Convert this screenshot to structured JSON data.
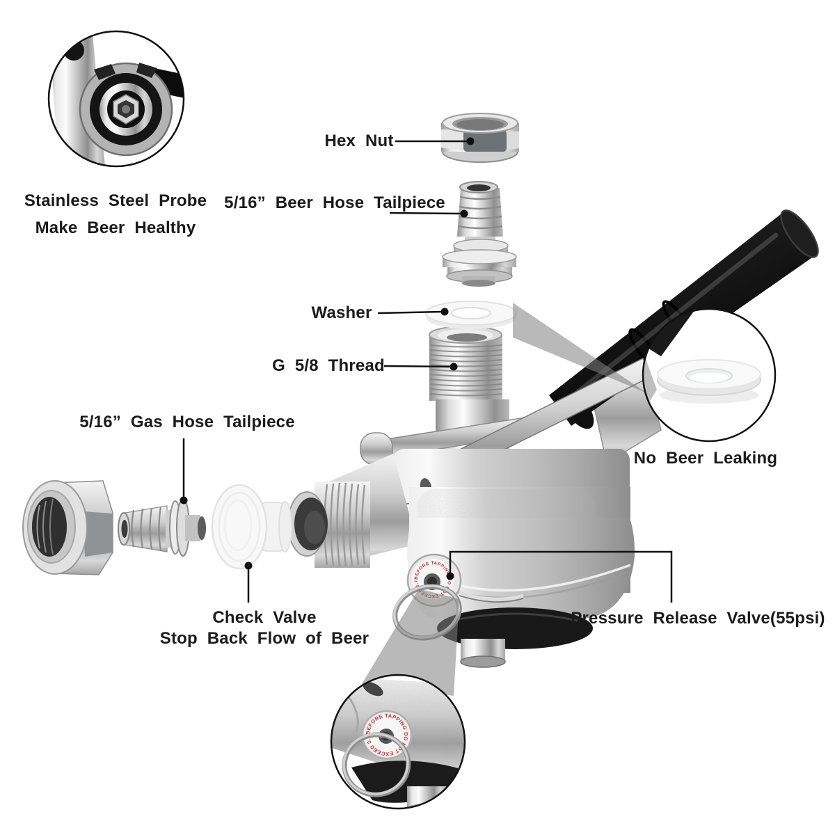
{
  "page": {
    "background": "#ffffff"
  },
  "labels": {
    "probe_line1": "Stainless Steel Probe",
    "probe_line2": "Make Beer Healthy",
    "hex_nut": "Hex Nut",
    "beer_tailpiece": "5/16” Beer Hose Tailpiece",
    "washer": "Washer",
    "g58_thread": "G 5/8 Thread",
    "gas_tailpiece": "5/16” Gas Hose Tailpiece",
    "no_beer_leaking": "No Beer Leaking",
    "check_valve_line1": "Check Valve",
    "check_valve_line2": "Stop Back Flow of Beer",
    "pressure_release": "Pressure Release Valve(55psi)"
  },
  "valve": {
    "ring_text": "BEFORE TAPPING DO NOT EXCEED 3.7 BAR"
  },
  "colors": {
    "background": "#ffffff",
    "label_text": "#1b1b1b",
    "leader_line": "#111111",
    "valve_text_red": "#c23232",
    "handle_black": "#161616",
    "chrome_light": "#f8f8f8",
    "chrome_dark": "#8f8f8f",
    "rubber_black": "#181818"
  }
}
